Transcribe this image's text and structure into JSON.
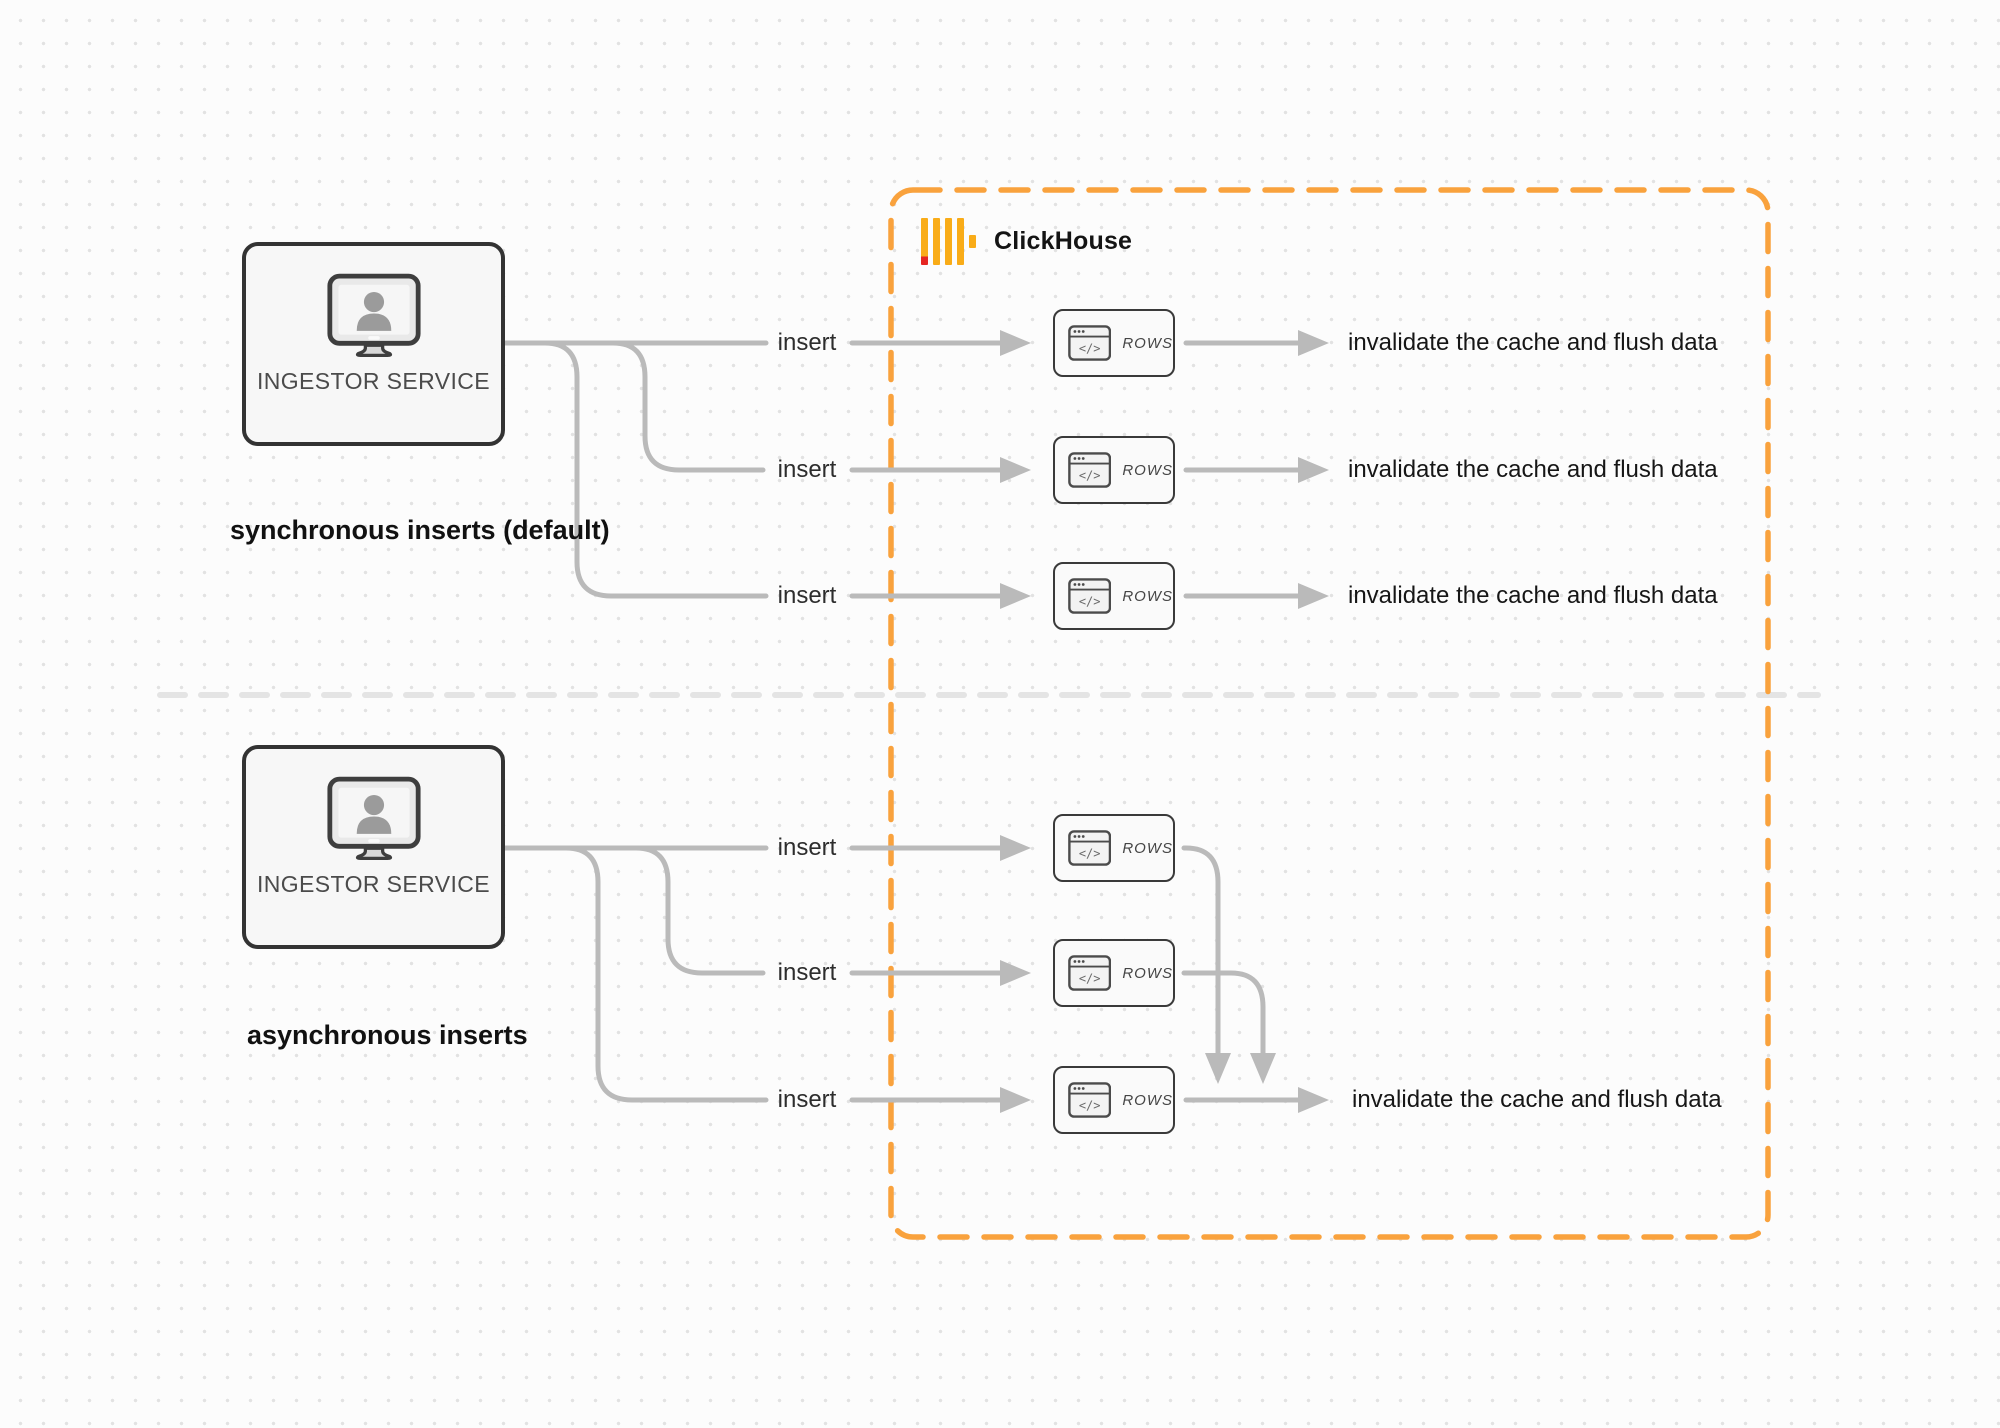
{
  "diagram": {
    "clickhouse": {
      "name": "ClickHouse",
      "logo_icon": "clickhouse-bars-icon"
    },
    "icons": {
      "code_glyph": "</>"
    },
    "sections": [
      {
        "caption": "synchronous inserts (default)",
        "service_label": "INGESTOR SERVICE",
        "rows": [
          {
            "insert": "insert",
            "card": "ROWS",
            "result": "invalidate the cache and flush data"
          },
          {
            "insert": "insert",
            "card": "ROWS",
            "result": "invalidate the cache and flush data"
          },
          {
            "insert": "insert",
            "card": "ROWS",
            "result": "invalidate the cache and flush data"
          }
        ]
      },
      {
        "caption": "asynchronous inserts",
        "service_label": "INGESTOR SERVICE",
        "rows": [
          {
            "insert": "insert",
            "card": "ROWS"
          },
          {
            "insert": "insert",
            "card": "ROWS"
          },
          {
            "insert": "insert",
            "card": "ROWS"
          }
        ],
        "result": "invalidate the cache and flush data"
      }
    ],
    "colors": {
      "accent_orange": "#F9A23D",
      "logo_yellow": "#F9AC18",
      "logo_red": "#E52521",
      "connector_gray": "#BABABA",
      "divider_gray": "#E4E4E4"
    }
  }
}
